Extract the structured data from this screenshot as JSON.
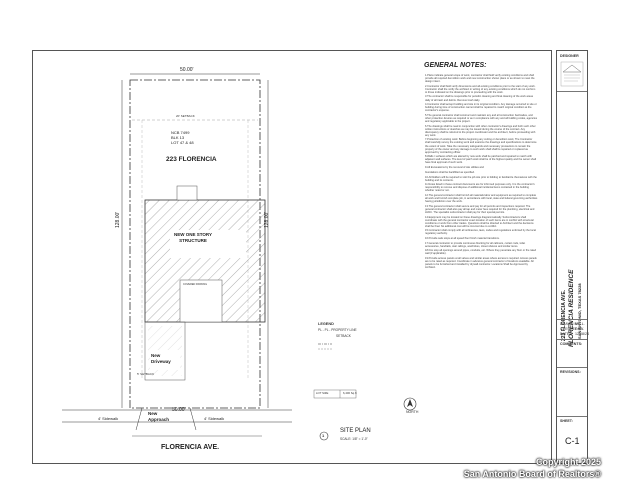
{
  "plan": {
    "top_dimension": "50.00'",
    "bottom_dimension": "50.00'",
    "left_dimension": "128.00'",
    "right_dimension": "128.00'",
    "lot_info": [
      "NCB 7499",
      "BLK 13",
      "LOT 47 & 48"
    ],
    "address": "223 FLORENCIA",
    "structure_label": [
      "NEW ONE STORY",
      "STRUCTURE"
    ],
    "driveway_label": [
      "New",
      "Driveway"
    ],
    "approach_label": [
      "New",
      "Approach"
    ],
    "sidewalk_left": "4' Sidewalk",
    "sidewalk_right": "4' Sidewalk",
    "street_name": "FLORENCIA AVE.",
    "setback_top": "20' SETBACK",
    "setback_bottom": "5' SETBACK",
    "parking_label": "COVERED PARKING"
  },
  "legend": {
    "title": "LEGEND",
    "line1": "PL - PL - PROPERTY LINE",
    "line2": "SETBACK",
    "lot_size_label": "LOT SIZE",
    "lot_size_value": "6,400 Sq.ft"
  },
  "site_plan": {
    "number": "1",
    "title": "SITE PLAN",
    "scale": "SCALE: 1/8\" = 1'-0\"",
    "north_label": "NORTH"
  },
  "general_notes": {
    "title": "GENERAL NOTES:",
    "paragraphs": [
      "1.Plans indicate general scope of work, contractor shall field verify existing conditions and shall provide all required demolition work and new construction shown plans or as shown to meet the design intent.",
      "2.Contractor shall field verify dimensions and all existing conditions prior to the start of any work. Contractor shall the notify the architect in writing of any existing conditions which do not conform to those indicated on the drawings prior to proceeding with the work.",
      "3.The contractor shall be responsible for periodic cleaning and final cleaning of the work areas daily of all trash and debris. Remove trash daily.",
      "4.Contractor shall accept building and site in its original condition. Any damage occurred to site or building during time of construction cannot shall be repaired to match original condition at the contractor's expense.",
      "5.The general contractor shall construct and maintain any and all construction barricades, and other protection devices as required or as in compliance with any and all building codes, agencies and regulatory applicable to the project.",
      "6.The drawings shall be read in conjunction with other contractor's drawings and both such other written instructions or sketches as may be issued during the course of the contract. Any discrepancy shall be referred to the project coordinator and the architect, before proceeding with any work.",
      "7.Protection of existing work: Before beginning any cutting or demolition work, The Contractor shall carefully survey the existing work and examine the drawings and specifications to determine the extent of work. Take the necessary safeguards and necessary precautions to remain the property of the owner and any damage to such work shall shall be repaired or replaced as approved by contracting officer.",
      "8.Walls / surfaces which are altered by new work shall be patched and repaired to match with adjacent wall surfaces. The level of patch work shall be of the highest quality and the owner shall have final approval of such work.",
      "9.All Excavations by the removal of site utilities and",
      "foundations shall be backfilled as specified.",
      "10.All bidders will be required to visit the job site prior to bidding to familiarize themselves with the building and its contents.",
      "11.Notes listed in these contract documents are for informed purposes only. It is the contractor's responsibility to remove and dispose of additional incidental items contained in the building whether noted or not.",
      "12.The general contractor shall furnish all materials labor and equipment as required to complete all work and furnish complete job, in accordance with local, state and federal governing authorities having jurisdiction over the work.",
      "13.The general contractor shall secure and pay for all permits and inspections required. The general contractor shall also pay all tap and meter fees required for the plumbing, electrical and HVAC. The specialist subcontractor shall pay for their special permits.",
      "14.Equipment may be located on these drawings diagrammatically. Subcontractors shall coordinate with the general contractor exact location of such items are in conflict with structural conditions or work from other trades. Questions shall be directed to Architect and the decisions shall be final. No additional cost will be incurred due to conflict.",
      "15.Contractor shall comply with all ordinances, laws, codes and regulations enforced by the local regulatory authority.",
      "16.Provide safe stops at all speed floor finish material transitions.",
      "17.General contractor to provide continuous blocking for all cabinets, curtain rods, toilet accessories, handrails, stair railings, wardrobes, closet shelves and similar items.",
      "18.Fire stop all openings around pipes, conduits, etc. Where they penetrate any floor or fire rated wall (if applicable).",
      "19.Provide access panels at all valves and similar areas where access is required. Access panels are to be rated as required. Coordinate in advance general contractor of locations available. All panels to be furnished and installed by drywall contractor. Locations Shall be Approved by Architect."
    ]
  },
  "title_block": {
    "designer_label": "DESIGNER",
    "project_address": "223 FLORENCIA AVE.",
    "project_name": "FLORENCIA RESIDENCE",
    "project_city": "SAN ANTONIO, TEXAS 78228",
    "drawn_by_label": "DRAWN BY",
    "drawn_by_value": "M.F.L.",
    "checked_by_label": "CHECKED BY",
    "checked_by_value": "F.B.L.",
    "date_label": "DATE",
    "date_value": "12/08/24",
    "comments_label": "COMMENTS:",
    "revisions_label": "REVISIONS:",
    "sheet_label": "SHEET:",
    "sheet_number": "C-1"
  },
  "watermark": {
    "line1": "Copyright 2025",
    "line2": "San Antonio Board of Realtors®"
  }
}
